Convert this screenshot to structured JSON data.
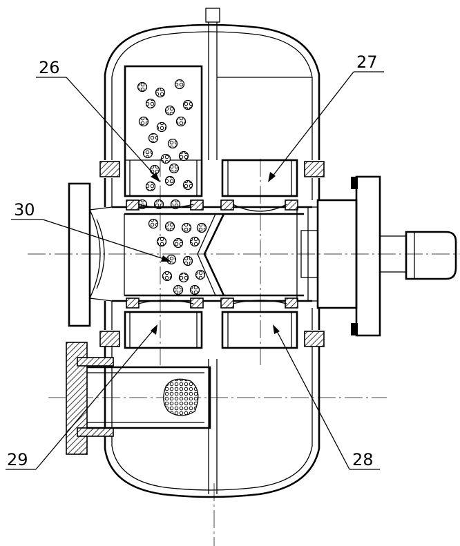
{
  "figure": {
    "labels": {
      "label_26": "26",
      "label_27": "27",
      "label_28": "28",
      "label_29": "29",
      "label_30": "30"
    }
  }
}
